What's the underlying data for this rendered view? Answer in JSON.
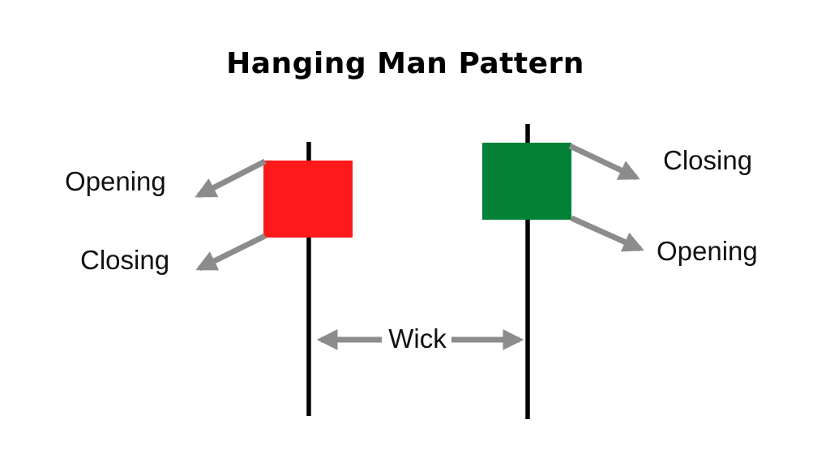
{
  "title": "Hanging Man Pattern",
  "labels": {
    "wick": "Wick"
  },
  "candles": {
    "bearish": {
      "type": "red-candle",
      "color": "#fe1a1a",
      "top_label": "Opening",
      "bottom_label": "Closing"
    },
    "bullish": {
      "type": "green-candle",
      "color": "#028137",
      "top_label": "Closing",
      "bottom_label": "Opening"
    }
  },
  "colors": {
    "arrow": "#8c8c8c",
    "wick_line": "#000000",
    "background": "#ffffff",
    "text": "#111111"
  }
}
